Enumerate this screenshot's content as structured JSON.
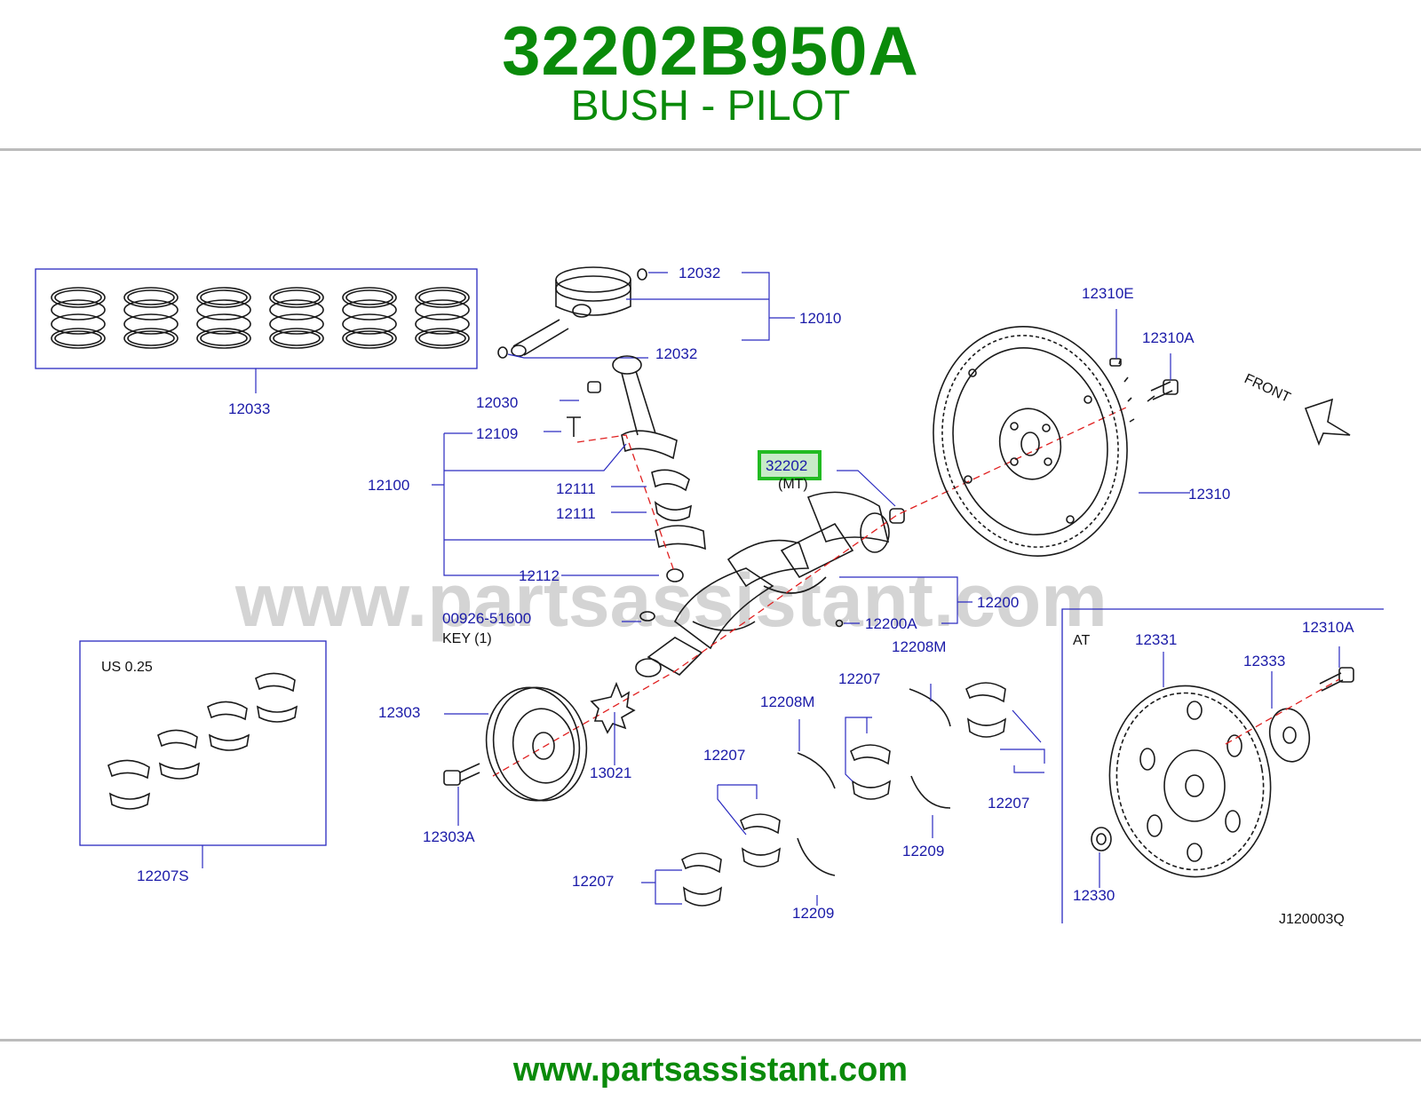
{
  "header": {
    "part_number": "32202B950A",
    "part_name": "BUSH - PILOT"
  },
  "diagram": {
    "watermark": "www.partsassistant.com",
    "diagram_code": "J120003Q",
    "front_label": "FRONT",
    "at_label": "AT",
    "undersize_label": "US   0.25",
    "mt_label": "(MT)",
    "key_label": "KEY    (1)",
    "highlighted_callout": "32202",
    "highlight_color": "#22bb22",
    "callouts": {
      "c12032_top": "12032",
      "c12010": "12010",
      "c12032_bottom": "12032",
      "c12033": "12033",
      "c12030": "12030",
      "c12109": "12109",
      "c12100": "12100",
      "c12111_a": "12111",
      "c12111_b": "12111",
      "c12112": "12112",
      "c00926": "00926-51600",
      "c12310E": "12310E",
      "c12310A_top": "12310A",
      "c12310": "12310",
      "c12200": "12200",
      "c12200A": "12200A",
      "c12208M_right": "12208M",
      "c12207_mid": "12207",
      "c12208M_left": "12208M",
      "c12207_left": "12207",
      "c12303": "12303",
      "c13021": "13021",
      "c12303A": "12303A",
      "c12207S": "12207S",
      "c12207_bottom": "12207",
      "c12209_bottom": "12209",
      "c12209_right": "12209",
      "c12207_right": "12207",
      "c12331": "12331",
      "c12333": "12333",
      "c12310A_at": "12310A",
      "c12330": "12330"
    }
  },
  "footer": {
    "url": "www.partsassistant.com"
  }
}
